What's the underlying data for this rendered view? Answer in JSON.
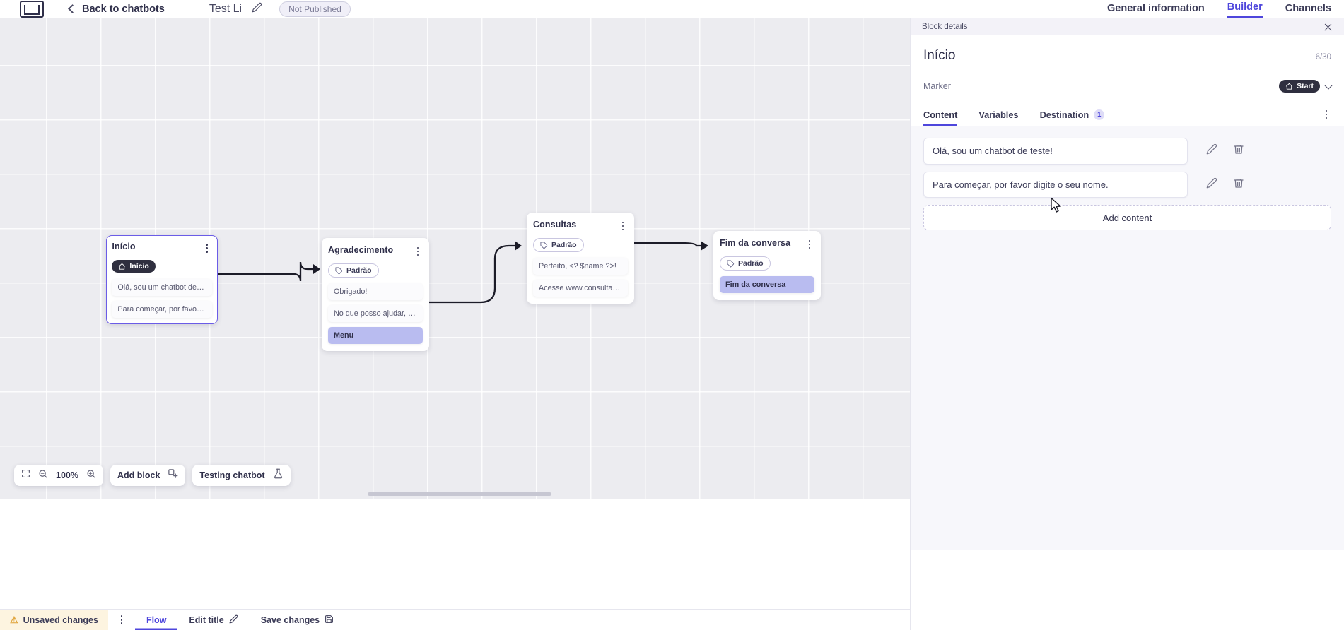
{
  "topbar": {
    "logo_name": "app-logo",
    "back_label": "Back to chatbots",
    "bot_name": "Test Li",
    "status_label": "Not Published",
    "tabs": [
      {
        "label": "General information",
        "active": false
      },
      {
        "label": "Builder",
        "active": true
      },
      {
        "label": "Channels",
        "active": false
      }
    ]
  },
  "canvas": {
    "zoom_level": "100%",
    "add_block_label": "Add block",
    "testing_label": "Testing chatbot",
    "nodes": [
      {
        "id": "inicio",
        "title": "Início",
        "selected": true,
        "badge": {
          "text": "Início",
          "type": "start"
        },
        "rows": [
          {
            "text": "Olá, sou um chatbot de teste!",
            "style": "normal"
          },
          {
            "text": "Para começar, por favor digite o ...",
            "style": "normal"
          }
        ]
      },
      {
        "id": "agradecimento",
        "title": "Agradecimento",
        "selected": false,
        "badge": {
          "text": "Padrão",
          "type": "default"
        },
        "rows": [
          {
            "text": "Obrigado!",
            "style": "normal"
          },
          {
            "text": "No que posso ajudar, <? $name ...",
            "style": "normal"
          },
          {
            "text": "Menu",
            "style": "highlight"
          }
        ]
      },
      {
        "id": "consultas",
        "title": "Consultas",
        "selected": false,
        "badge": {
          "text": "Padrão",
          "type": "default"
        },
        "rows": [
          {
            "text": "Perfeito, <? $name ?>!",
            "style": "normal"
          },
          {
            "text": "Acesse www.consultas.com par...",
            "style": "normal"
          }
        ]
      },
      {
        "id": "fim",
        "title": "Fim da conversa",
        "selected": false,
        "badge": {
          "text": "Padrão",
          "type": "default"
        },
        "rows": [
          {
            "text": "Fim da conversa",
            "style": "highlight"
          }
        ]
      }
    ]
  },
  "footer": {
    "unsaved_label": "Unsaved changes",
    "flow_label": "Flow",
    "edit_title_label": "Edit title",
    "save_label": "Save changes"
  },
  "panel": {
    "header_label": "Block details",
    "title": "Início",
    "counter": "6/30",
    "marker_label": "Marker",
    "marker_value": "Start",
    "tabs": [
      {
        "label": "Content",
        "active": true,
        "count": ""
      },
      {
        "label": "Variables",
        "active": false,
        "count": ""
      },
      {
        "label": "Destination",
        "active": false,
        "count": "1"
      }
    ],
    "content_items": [
      {
        "text": "Olá, sou um chatbot de teste!"
      },
      {
        "text": "Para começar, por favor digite o seu nome."
      }
    ],
    "add_content_label": "Add content"
  },
  "colors": {
    "accent": "#4e46dc",
    "node_selected_border": "#6b5ce7",
    "highlight_row": "#b9bcf0",
    "badge_start_bg": "#2f2f3f",
    "warning_bg": "#fdf4e0"
  }
}
